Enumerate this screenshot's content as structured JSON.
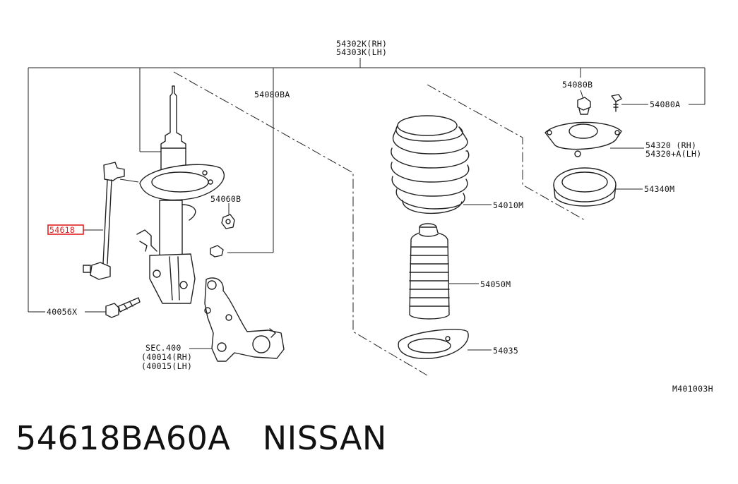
{
  "diagram": {
    "assembly_label": {
      "rh": "54302K(RH)",
      "lh": "54303K(LH)"
    },
    "labels": {
      "strut_mount_insulator": "54080BA",
      "nut_54060b": "54060B",
      "stabilizer_link_highlighted": "54618",
      "bolt_40056x": "40056X",
      "sec_ref": "SEC.400",
      "sec_rh": "(40014(RH)",
      "sec_lh": "(40015(LH)",
      "coil_spring": "54010M",
      "bound_bumper": "54050M",
      "lower_seat": "54035",
      "nut_54080b": "54080B",
      "bolt_54080a": "54080A",
      "mount_rh": "54320  (RH)",
      "mount_lh": "54320+A(LH)",
      "bearing": "54340M",
      "figure_code": "M401003H"
    },
    "highlight_color": "#e02020"
  },
  "caption": {
    "part_number": "54618BA60A",
    "brand": "NISSAN"
  }
}
